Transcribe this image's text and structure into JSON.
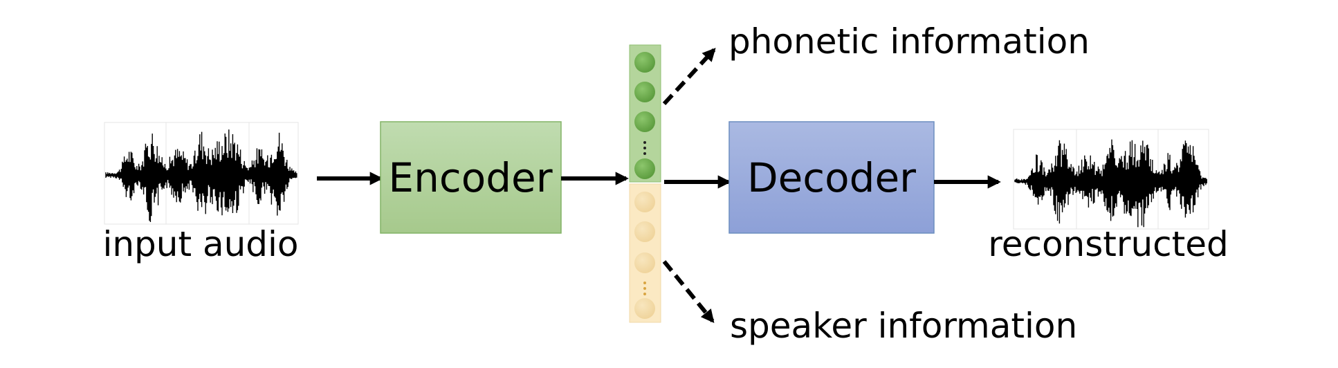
{
  "labels": {
    "input_audio": "input audio",
    "encoder": "Encoder",
    "decoder": "Decoder",
    "reconstructed": "reconstructed",
    "phonetic_information": "phonetic information",
    "speaker_information": "speaker information"
  },
  "colors": {
    "encoder_fill_top": "#c0dcb0",
    "encoder_fill_bottom": "#a6c98c",
    "encoder_stroke": "#82b366",
    "decoder_fill_top": "#aab9e2",
    "decoder_fill_bottom": "#8da0d7",
    "decoder_stroke": "#6c8ebf",
    "phonetic_bar": "#b4d59c",
    "phonetic_circle": "#6aa84f",
    "speaker_bar": "#fbe9c3",
    "speaker_circle": "#f3d9a4",
    "arrow": "#000000"
  },
  "latent": {
    "phonetic_units": 4,
    "speaker_units": 4
  }
}
